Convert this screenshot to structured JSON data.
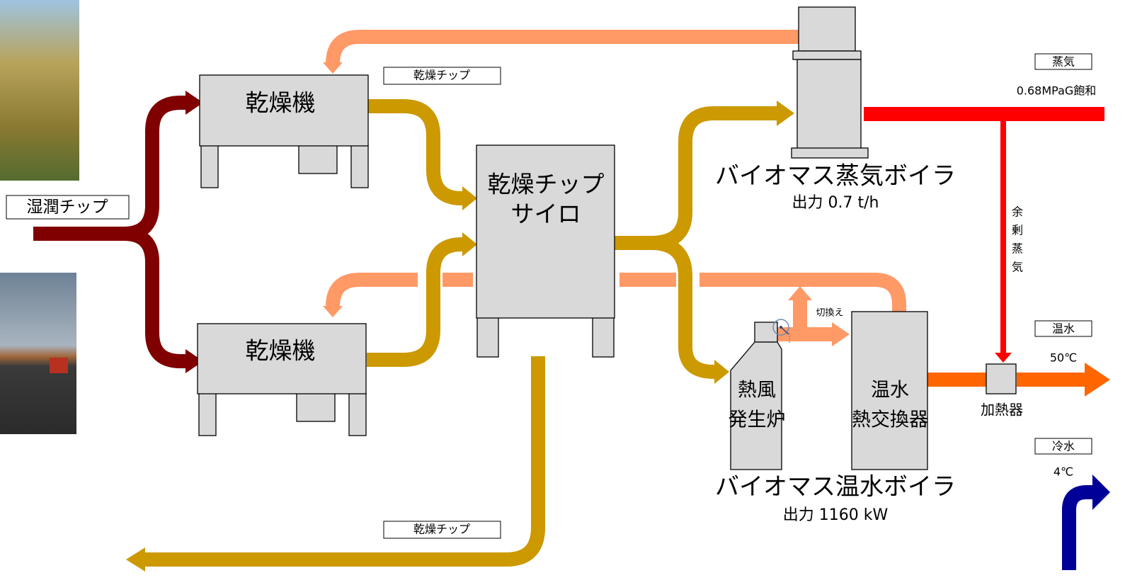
{
  "colors": {
    "wet_chip": "#800000",
    "dry_chip": "#CC9900",
    "hot_air": "#FF9966",
    "steam": "#FF0000",
    "hot_water": "#FF6600",
    "cold_water": "#000099",
    "equipment": "#D9D9D9"
  },
  "labels": {
    "wet_chip": "湿潤チップ",
    "dry_chip_top": "乾燥チップ",
    "dry_chip_bottom": "乾燥チップ",
    "dryer_top": "乾燥機",
    "dryer_bottom": "乾燥機",
    "silo_line1": "乾燥チップ",
    "silo_line2": "サイロ",
    "steam_boiler_name": "バイオマス蒸気ボイラ",
    "steam_boiler_output": "出力  0.7 t/h",
    "hot_air_furnace_line1": "熱風",
    "hot_air_furnace_line2": "発生炉",
    "hw_exchanger_line1": "温水",
    "hw_exchanger_line2": "熱交換器",
    "hw_boiler_name": "バイオマス温水ボイラ",
    "hw_boiler_output": "出力 1160 kW",
    "switch": "切換え",
    "surplus_steam": [
      "余",
      "剰",
      "蒸",
      "気"
    ],
    "heater": "加熱器",
    "steam_tag": "蒸気",
    "steam_spec": "0.68MPaG飽和",
    "hot_water_tag": "温水",
    "hot_water_temp": "50℃",
    "cold_water_tag": "冷水",
    "cold_water_temp": "4℃"
  }
}
